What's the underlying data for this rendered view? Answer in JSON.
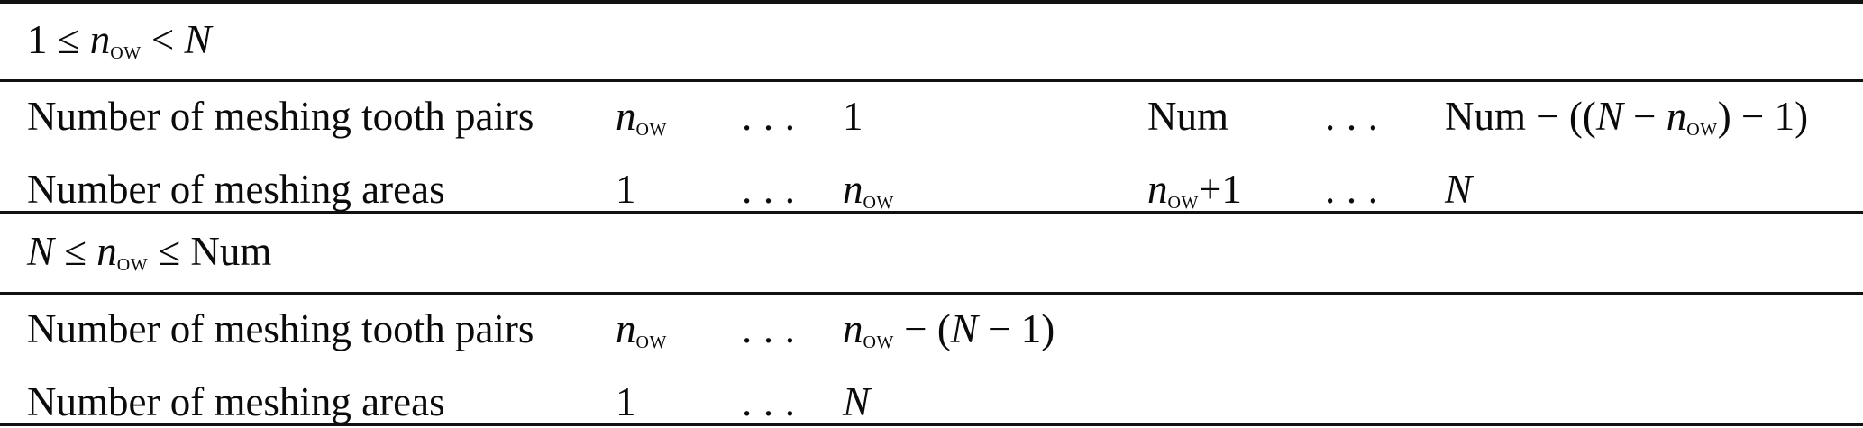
{
  "page": {
    "background": "#ffffff",
    "text_color": "#0b0b0b",
    "rule_color": "#111111"
  },
  "table": {
    "sections": [
      {
        "condition": [
          {
            "s": "r",
            "t": "1 ≤ "
          },
          {
            "s": "i",
            "t": "n"
          },
          {
            "s": "sub",
            "t": "ow"
          },
          {
            "s": "r",
            "t": " < "
          },
          {
            "s": "i",
            "t": "N"
          }
        ],
        "rows": [
          {
            "label": "Number of meshing tooth pairs",
            "c2": [
              {
                "s": "i",
                "t": "n"
              },
              {
                "s": "sub",
                "t": "ow"
              }
            ],
            "c3": [
              {
                "s": "dots",
                "t": "..."
              }
            ],
            "c4": [
              {
                "s": "r",
                "t": "1"
              }
            ],
            "c5": [
              {
                "s": "r",
                "t": "Num"
              }
            ],
            "c6": [
              {
                "s": "dots",
                "t": "..."
              }
            ],
            "c7": [
              {
                "s": "r",
                "t": "Num − (("
              },
              {
                "s": "i",
                "t": "N"
              },
              {
                "s": "r",
                "t": " − "
              },
              {
                "s": "i",
                "t": "n"
              },
              {
                "s": "sub",
                "t": "ow"
              },
              {
                "s": "r",
                "t": ") − 1)"
              }
            ]
          },
          {
            "label": "Number of meshing areas",
            "c2": [
              {
                "s": "r",
                "t": "1"
              }
            ],
            "c3": [
              {
                "s": "dots",
                "t": "..."
              }
            ],
            "c4": [
              {
                "s": "i",
                "t": "n"
              },
              {
                "s": "sub",
                "t": "ow"
              }
            ],
            "c5": [
              {
                "s": "i",
                "t": "n"
              },
              {
                "s": "sub",
                "t": "ow"
              },
              {
                "s": "r",
                "t": "+1"
              }
            ],
            "c6": [
              {
                "s": "dots",
                "t": "..."
              }
            ],
            "c7": [
              {
                "s": "i",
                "t": "N"
              }
            ]
          }
        ]
      },
      {
        "condition": [
          {
            "s": "i",
            "t": "N"
          },
          {
            "s": "r",
            "t": " ≤ "
          },
          {
            "s": "i",
            "t": "n"
          },
          {
            "s": "sub",
            "t": "ow"
          },
          {
            "s": "r",
            "t": " ≤ Num"
          }
        ],
        "rows": [
          {
            "label": "Number of meshing tooth pairs",
            "c2": [
              {
                "s": "i",
                "t": "n"
              },
              {
                "s": "sub",
                "t": "ow"
              }
            ],
            "c3": [
              {
                "s": "dots",
                "t": "..."
              }
            ],
            "c4": [
              {
                "s": "i",
                "t": "n"
              },
              {
                "s": "sub",
                "t": "ow"
              },
              {
                "s": "r",
                "t": " − ("
              },
              {
                "s": "i",
                "t": "N"
              },
              {
                "s": "r",
                "t": " − 1)"
              }
            ],
            "c5": [],
            "c6": [],
            "c7": []
          },
          {
            "label": "Number of meshing areas",
            "c2": [
              {
                "s": "r",
                "t": "1"
              }
            ],
            "c3": [
              {
                "s": "dots",
                "t": "..."
              }
            ],
            "c4": [
              {
                "s": "i",
                "t": "N"
              }
            ],
            "c5": [],
            "c6": [],
            "c7": []
          }
        ]
      }
    ]
  }
}
